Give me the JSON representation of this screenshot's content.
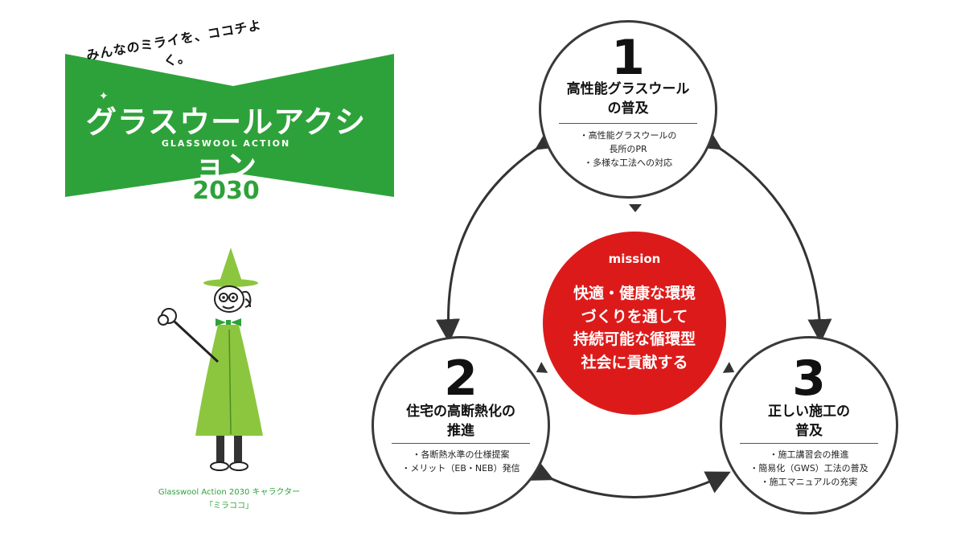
{
  "logo": {
    "tagline": "みんなのミライを、ココチよく。",
    "title": "グラスウールアクション",
    "subtitle": "GLASSWOOL ACTION",
    "year": "2030",
    "green": "#2ea23a"
  },
  "mascot": {
    "caption": "Glasswool Action 2030 キャラクター",
    "name": "「ミラココ」"
  },
  "mission": {
    "label": "mission",
    "lines": [
      "快適・健康な環境",
      "づくりを通して",
      "持続可能な循環型",
      "社会に貢献する"
    ],
    "color": "#dd1a1a"
  },
  "pillars": [
    {
      "number": "1",
      "title_lines": [
        "高性能グラスウール",
        "の普及"
      ],
      "bullets": [
        "・高性能グラスウールの",
        "長所のPR",
        "・多様な工法への対応"
      ]
    },
    {
      "number": "2",
      "title_lines": [
        "住宅の高断熱化の",
        "推進"
      ],
      "bullets": [
        "・各断熱水準の仕様提案",
        "・メリット（EB・NEB）発信"
      ]
    },
    {
      "number": "3",
      "title_lines": [
        "正しい施工の",
        "普及"
      ],
      "bullets": [
        "・施工講習会の推進",
        "・簡易化（GWS）工法の普及",
        "・施工マニュアルの充実"
      ]
    }
  ]
}
